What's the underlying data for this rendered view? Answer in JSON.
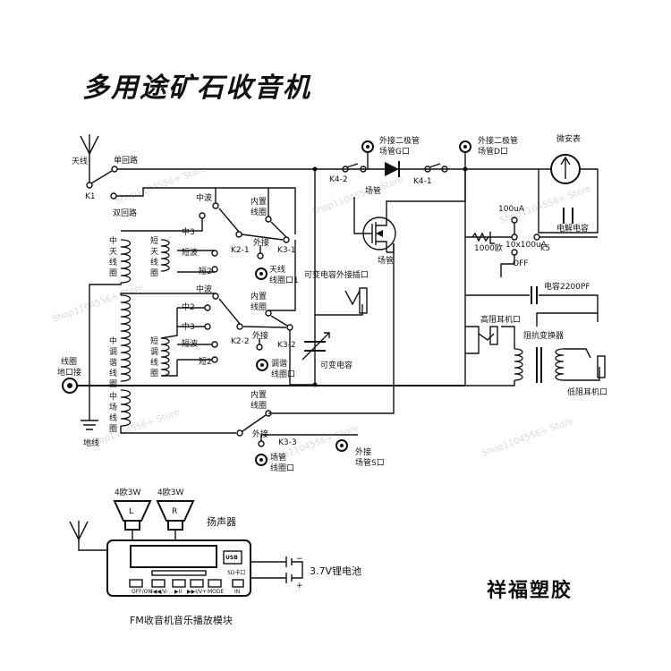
{
  "title": "多用途矿石收音机",
  "brand": "祥福塑胶",
  "watermarks": [
    "Shop1104556+ Store",
    "Shop1104556+ Store",
    "Shop1104556+ Store",
    "Shop1104556+ Store",
    "Shop1104556+ Store",
    "Shop1104556+ Store",
    "Shop1104556+ Store"
  ],
  "labels": {
    "antenna": "天线",
    "single_loop": "单回路",
    "k1": "K1",
    "double_loop": "双回路",
    "mw_k21": "中波",
    "mid3_a": "中3",
    "k2_1": "K2-1",
    "builtin_coil_a1": "内置",
    "builtin_coil_a2": "线圈",
    "k3_1": "K3-1",
    "ext_a": "外接",
    "ant_coil_port_1": "天线",
    "ant_coil_port_2": "线圈口1",
    "sw_a": "短波",
    "sw2_a": "短2",
    "coil_mw_ant": [
      "中",
      "天",
      "线",
      "圈"
    ],
    "coil_sw_ant": [
      "短",
      "天",
      "线",
      "圈"
    ],
    "k4_2": "K4-2",
    "fet_a": "场管",
    "k4_1": "K4-1",
    "ext_diode_g_1": "外接二极管",
    "ext_diode_g_2": "场管G口",
    "ext_diode_d_1": "外接二极管",
    "ext_diode_d_2": "场管D口",
    "fet_b": "场管",
    "microammeter": "微安表",
    "ua100": "100uA",
    "electrolytic": "电解电容",
    "ohm1000": "1000欧",
    "ua10_100": "10x100uA",
    "k5": "k5",
    "off": "OFF",
    "varcap_port": "可变电容外接插口",
    "cap2200": "电容2200PF",
    "high_z_jack": "高阻耳机口",
    "imp_transformer": "阻抗变换器",
    "low_z_jack": "低阻耳机口",
    "varcap": "可变电容",
    "mw_k22": "中波",
    "builtin_coil_b1": "内置",
    "builtin_coil_b2": "线圈",
    "mid2_b": "中2",
    "mid3_b": "中3",
    "k2_2": "K2-2",
    "k3_2": "K3-2",
    "ext_b": "外接",
    "tune_coil_port_1": "调谐",
    "tune_coil_port_2": "线圈口",
    "sw_b": "短波",
    "sw2_b": "短2",
    "coil_mw_tune": [
      "中",
      "调",
      "谐",
      "线",
      "圈"
    ],
    "coil_sw_tune": [
      "短",
      "调",
      "线",
      "圈"
    ],
    "coil_ground_1": "线圈",
    "coil_ground_2": "地口接",
    "coil_mw_fet": [
      "中",
      "场",
      "线",
      "圈"
    ],
    "ground": "地线",
    "builtin_coil_c1": "内置",
    "builtin_coil_c2": "线圈",
    "ext_c": "外接",
    "k3_3": "K3-3",
    "fet_coil_port_1": "场管",
    "fet_coil_port_2": "线圈口",
    "ext_fet_s_1": "外接",
    "ext_fet_s_2": "场管S口"
  },
  "module": {
    "speaker_left_spec": "4欧3W",
    "speaker_right_spec": "4欧3W",
    "speaker_l": "L",
    "speaker_r": "R",
    "speakers_label": "扬声器",
    "usb": "USB",
    "battery": "3.7V锂电池",
    "battery_minus": "−",
    "battery_plus": "+",
    "caption": "FM收音机音乐播放模块",
    "buttons": [
      "OFF/ON",
      "I◀◀/V-",
      "▶II",
      "▶▶I/V+",
      "MODE",
      "IN"
    ],
    "sd_label": "SD卡口"
  }
}
